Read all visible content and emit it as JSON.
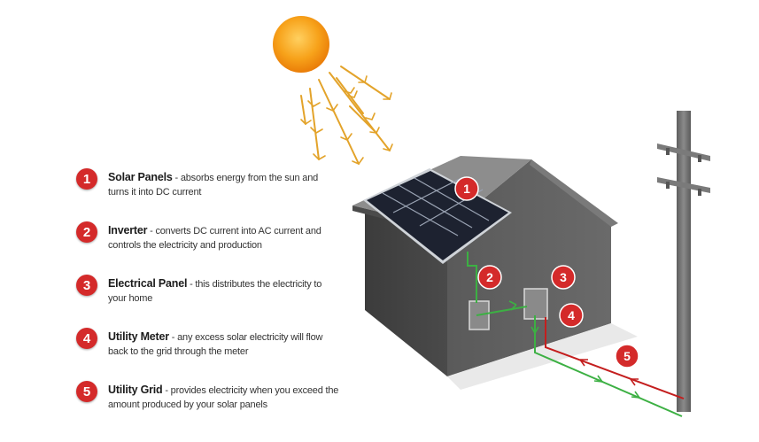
{
  "colors": {
    "marker": "#d42a2a",
    "sun": "#f59a10",
    "dc_wire": "#3cb043",
    "ac_wire": "#c41e1e",
    "house": "#555555",
    "panel": "#1a1f2b",
    "pole": "#6f6f6f"
  },
  "legend": [
    {
      "number": "1",
      "title": "Solar Panels",
      "description": " - absorbs energy from the sun and turns it into DC current"
    },
    {
      "number": "2",
      "title": "Inverter",
      "description": " - converts DC current into AC current and controls the electricity and production"
    },
    {
      "number": "3",
      "title": "Electrical Panel",
      "description": " - this distributes the electricity to your home"
    },
    {
      "number": "4",
      "title": "Utility Meter",
      "description": " - any excess solar electricity will flow back to the grid through the meter"
    },
    {
      "number": "5",
      "title": "Utility Grid",
      "description": " - provides electricity when you exceed the amount produced by your solar panels"
    }
  ],
  "markers": [
    "1",
    "2",
    "3",
    "4",
    "5"
  ],
  "icons": [
    "sun-icon",
    "house-icon",
    "solar-panel-icon",
    "utility-pole-icon"
  ]
}
